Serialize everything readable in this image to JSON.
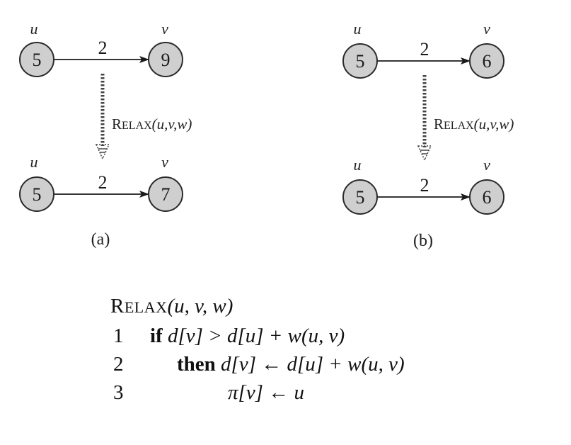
{
  "diagram": {
    "panels": [
      {
        "caption": "(a)",
        "relax_label": {
          "head": "R",
          "sc": "ELAX",
          "args": "(u,v,w)"
        },
        "before": {
          "u_label": "u",
          "v_label": "v",
          "u_value": "5",
          "v_value": "9",
          "weight": "2"
        },
        "after": {
          "u_label": "u",
          "v_label": "v",
          "u_value": "5",
          "v_value": "7",
          "weight": "2"
        }
      },
      {
        "caption": "(b)",
        "relax_label": {
          "head": "R",
          "sc": "ELAX",
          "args": "(u,v,w)"
        },
        "before": {
          "u_label": "u",
          "v_label": "v",
          "u_value": "5",
          "v_value": "6",
          "weight": "2"
        },
        "after": {
          "u_label": "u",
          "v_label": "v",
          "u_value": "5",
          "v_value": "6",
          "weight": "2"
        }
      }
    ]
  },
  "pseudocode": {
    "header": {
      "head": "R",
      "sc": "ELAX",
      "args": "(u, v, w)"
    },
    "lines": [
      {
        "num": "1",
        "keyword": "if",
        "text": "d[v] > d[u] + w(u, v)"
      },
      {
        "num": "2",
        "keyword": "then",
        "text": "d[v] ← d[u] + w(u, v)"
      },
      {
        "num": "3",
        "keyword": "",
        "text": "π[v] ← u"
      }
    ]
  }
}
